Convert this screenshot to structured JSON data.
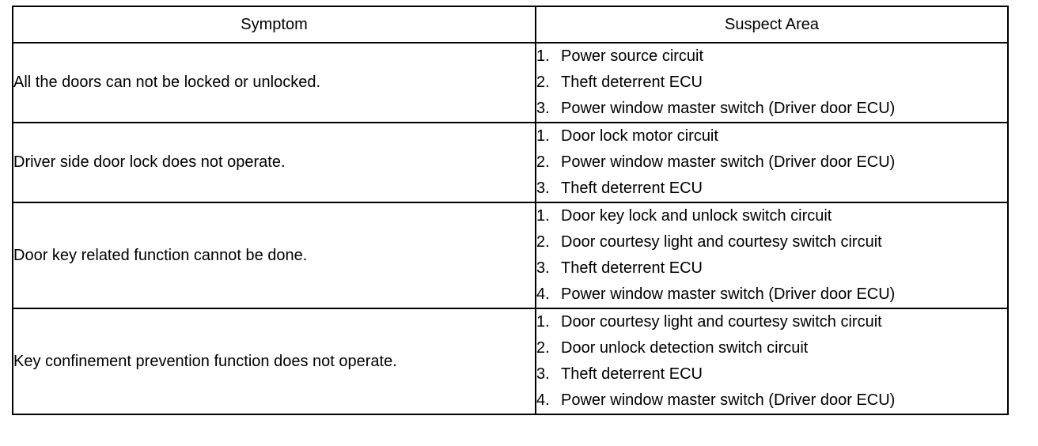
{
  "table": {
    "headers": {
      "symptom": "Symptom",
      "suspect_area": "Suspect Area"
    },
    "rows": [
      {
        "symptom": "All the doors can not be locked or unlocked.",
        "suspects": [
          {
            "num": "1.",
            "text": "Power source circuit"
          },
          {
            "num": "2.",
            "text": "Theft deterrent ECU"
          },
          {
            "num": "3.",
            "text": "Power window master switch (Driver door ECU)"
          }
        ]
      },
      {
        "symptom": "Driver side door lock does not operate.",
        "suspects": [
          {
            "num": "1.",
            "text": "Door lock motor circuit"
          },
          {
            "num": "2.",
            "text": "Power window master switch (Driver door ECU)"
          },
          {
            "num": "3.",
            "text": "Theft deterrent ECU"
          }
        ]
      },
      {
        "symptom": "Door key related function cannot be done.",
        "suspects": [
          {
            "num": "1.",
            "text": "Door key lock and unlock switch circuit"
          },
          {
            "num": "2.",
            "text": "Door courtesy light and courtesy switch circuit"
          },
          {
            "num": "3.",
            "text": "Theft deterrent ECU"
          },
          {
            "num": "4.",
            "text": "Power window master switch (Driver door ECU)"
          }
        ]
      },
      {
        "symptom": "Key confinement prevention function does not operate.",
        "suspects": [
          {
            "num": "1.",
            "text": "Door courtesy light and courtesy switch circuit"
          },
          {
            "num": "2.",
            "text": "Door unlock detection switch circuit"
          },
          {
            "num": "3.",
            "text": "Theft deterrent ECU"
          },
          {
            "num": "4.",
            "text": "Power window master switch (Driver door ECU)"
          }
        ]
      }
    ]
  }
}
